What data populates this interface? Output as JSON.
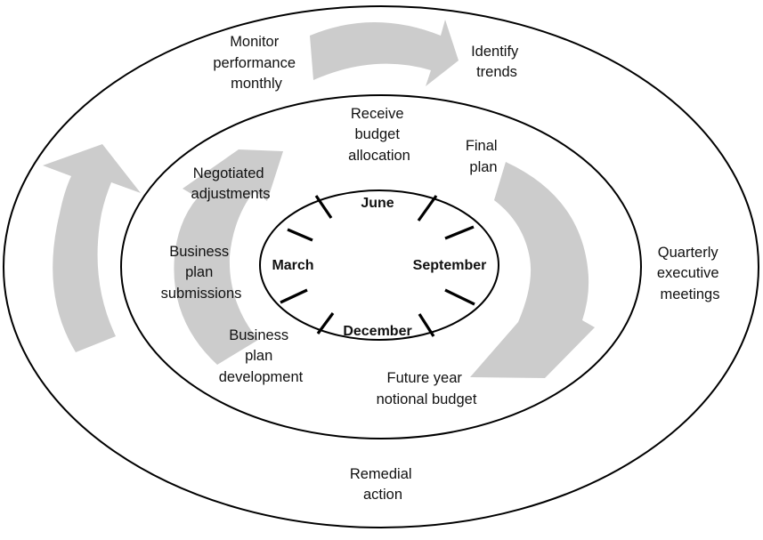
{
  "diagram": {
    "outer": {
      "monitor": [
        "Monitor",
        "performance",
        "monthly"
      ],
      "identify": [
        "Identify",
        "trends"
      ],
      "quarterly": [
        "Quarterly",
        "executive",
        "meetings"
      ],
      "remedial": [
        "Remedial",
        "action"
      ]
    },
    "middle": {
      "receive": [
        "Receive",
        "budget",
        "allocation"
      ],
      "final": [
        "Final",
        "plan"
      ],
      "future": [
        "Future year",
        "notional budget"
      ],
      "development": [
        "Business",
        "plan",
        "development"
      ],
      "submissions": [
        "Business",
        "plan",
        "submissions"
      ],
      "negotiated": [
        "Negotiated",
        "adjustments"
      ]
    },
    "months": {
      "june": "June",
      "september": "September",
      "december": "December",
      "march": "March"
    },
    "colors": {
      "arrow_fill": "#cccccc",
      "outline": "#000000",
      "background": "#ffffff"
    },
    "arrow_icons": [
      "top-curved-arrow-icon",
      "left-curved-arrow-icon",
      "right-curved-arrow-icon",
      "inner-left-curved-arrow-icon"
    ]
  }
}
